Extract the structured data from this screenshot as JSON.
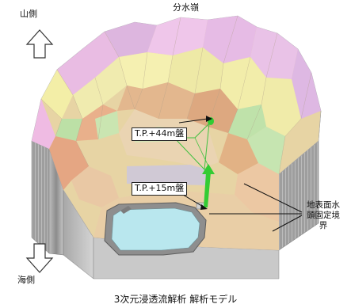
{
  "labels": {
    "mountain_side": "山側",
    "watershed": "分水嶺",
    "sea_side": "海側",
    "level_44": "T.P.+44m盤",
    "level_15": "T.P.+15m盤",
    "surface_boundary": "地表面水頭固定境界",
    "caption": "3次元浸透流解析 解析モデル"
  },
  "colors": {
    "sea": "#b9e7ee",
    "arrow_green": "#33cc33",
    "cliff_gray": "#9a9a9a"
  },
  "icons": {
    "up_arrow": "hollow-up-arrow",
    "down_arrow": "hollow-down-arrow"
  }
}
